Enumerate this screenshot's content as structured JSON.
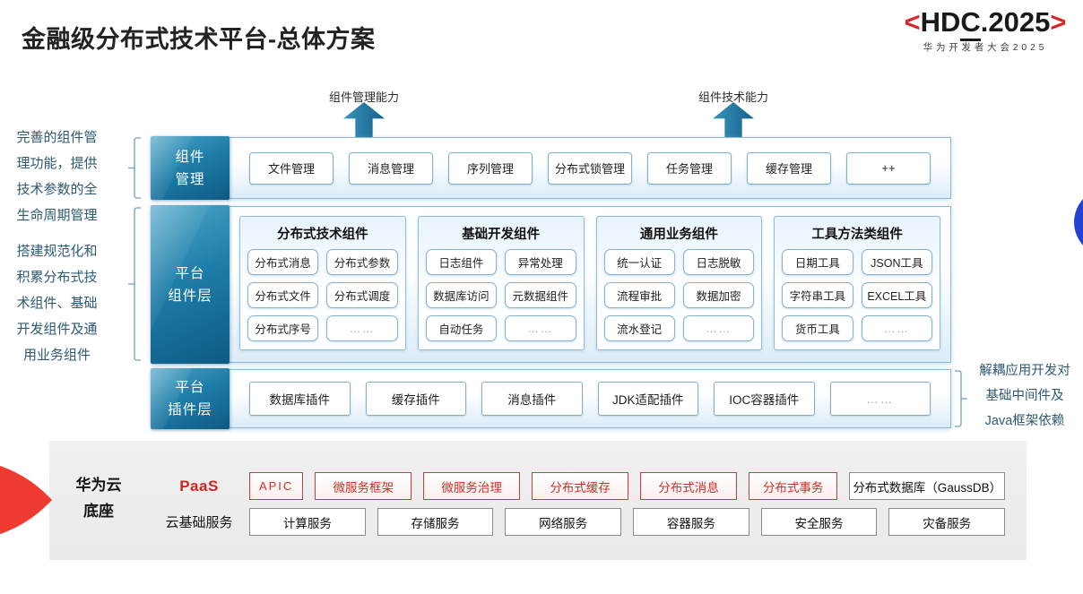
{
  "title": "金融级分布式技术平台-总体方案",
  "logo": {
    "open": "<",
    "hd": "HD",
    "c": "C",
    "year": ".2025",
    "close": ">",
    "subtitle": "华为开发者大会2025"
  },
  "arrows": {
    "management": "组件管理能力",
    "technology": "组件技术能力"
  },
  "side_notes": {
    "left_top": "完善的组件管理功能，提供技术参数的全生命周期管理",
    "left_bottom": "搭建规范化和积累分布式技术组件、基础开发组件及通用业务组件",
    "right": {
      "lines": [
        "解耦应用开发对",
        "基础中间件及",
        "Java框架依赖"
      ]
    }
  },
  "bands": {
    "management": {
      "label_lines": [
        "组件",
        "管理"
      ],
      "items": [
        "文件管理",
        "消息管理",
        "序列管理",
        "分布式锁管理",
        "任务管理",
        "缓存管理",
        "++"
      ]
    },
    "components": {
      "label_lines": [
        "平台",
        "组件层"
      ],
      "columns": [
        {
          "header": "分布式技术组件",
          "items": [
            "分布式消息",
            "分布式参数",
            "分布式文件",
            "分布式调度",
            "分布式序号",
            "……"
          ]
        },
        {
          "header": "基础开发组件",
          "items": [
            "日志组件",
            "异常处理",
            "数据库访问",
            "元数据组件",
            "自动任务",
            "……"
          ]
        },
        {
          "header": "通用业务组件",
          "items": [
            "统一认证",
            "日志脱敏",
            "流程审批",
            "数据加密",
            "流水登记",
            "……"
          ]
        },
        {
          "header": "工具方法类组件",
          "items": [
            "日期工具",
            "JSON工具",
            "字符串工具",
            "EXCEL工具",
            "货币工具",
            "……"
          ]
        }
      ]
    },
    "plugins": {
      "label_lines": [
        "平台",
        "插件层"
      ],
      "items": [
        "数据库插件",
        "缓存插件",
        "消息插件",
        "JDK适配插件",
        "IOC容器插件",
        "……"
      ]
    }
  },
  "foundation": {
    "label_lines": [
      "华为云",
      "底座"
    ],
    "paas": {
      "label": "PaaS",
      "items": [
        "APIC",
        "微服务框架",
        "微服务治理",
        "分布式缓存",
        "分布式消息",
        "分布式事务"
      ],
      "dark_item": "分布式数据库（GaussDB）"
    },
    "cloud": {
      "label": "云基础服务",
      "items": [
        "计算服务",
        "存储服务",
        "网络服务",
        "容器服务",
        "安全服务",
        "灾备服务"
      ]
    }
  },
  "colors": {
    "accent_red": "#d7262c",
    "band_teal_dark": "#0d5a84",
    "band_teal_light": "#4fa6c9",
    "band_border_blue": "#8cbad6",
    "note_text": "#2d5a73",
    "decoration_blue_circle": "#2342d4",
    "wedge_red": "#ee3a31"
  }
}
